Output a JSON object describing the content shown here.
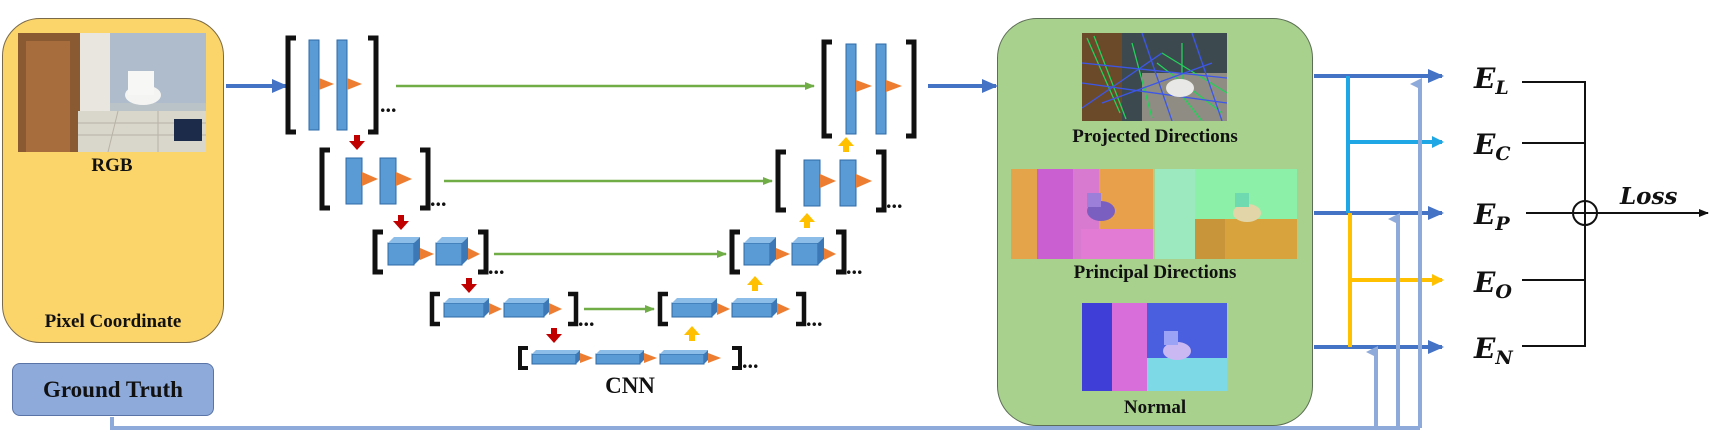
{
  "input_panel": {
    "image_label": "RGB",
    "footer_label": "Pixel Coordinate"
  },
  "ground_truth": {
    "label": "Ground Truth"
  },
  "network": {
    "label": "CNN",
    "ellipsis": "..."
  },
  "output_panel": {
    "projected_label": "Projected Directions",
    "principal_label": "Principal Directions",
    "normal_label": "Normal"
  },
  "errors": [
    {
      "symbol": "E",
      "sub": "L"
    },
    {
      "symbol": "E",
      "sub": "C"
    },
    {
      "symbol": "E",
      "sub": "P"
    },
    {
      "symbol": "E",
      "sub": "O"
    },
    {
      "symbol": "E",
      "sub": "N"
    }
  ],
  "loss": {
    "label": "Loss"
  },
  "colors": {
    "input_panel": "#fbd46a",
    "output_panel": "#a8d18d",
    "ground_truth": "#8eaadb",
    "layer_blue": "#5b9bd5",
    "triangle_orange": "#ed7d31",
    "skip_green": "#70ad47",
    "pool_red": "#c00000",
    "upsample_yellow": "#ffc000",
    "flow_blue": "#4472c4",
    "light_blue": "#1fa7e5",
    "gold": "#ffc000",
    "gt_line": "#8eaadb"
  }
}
